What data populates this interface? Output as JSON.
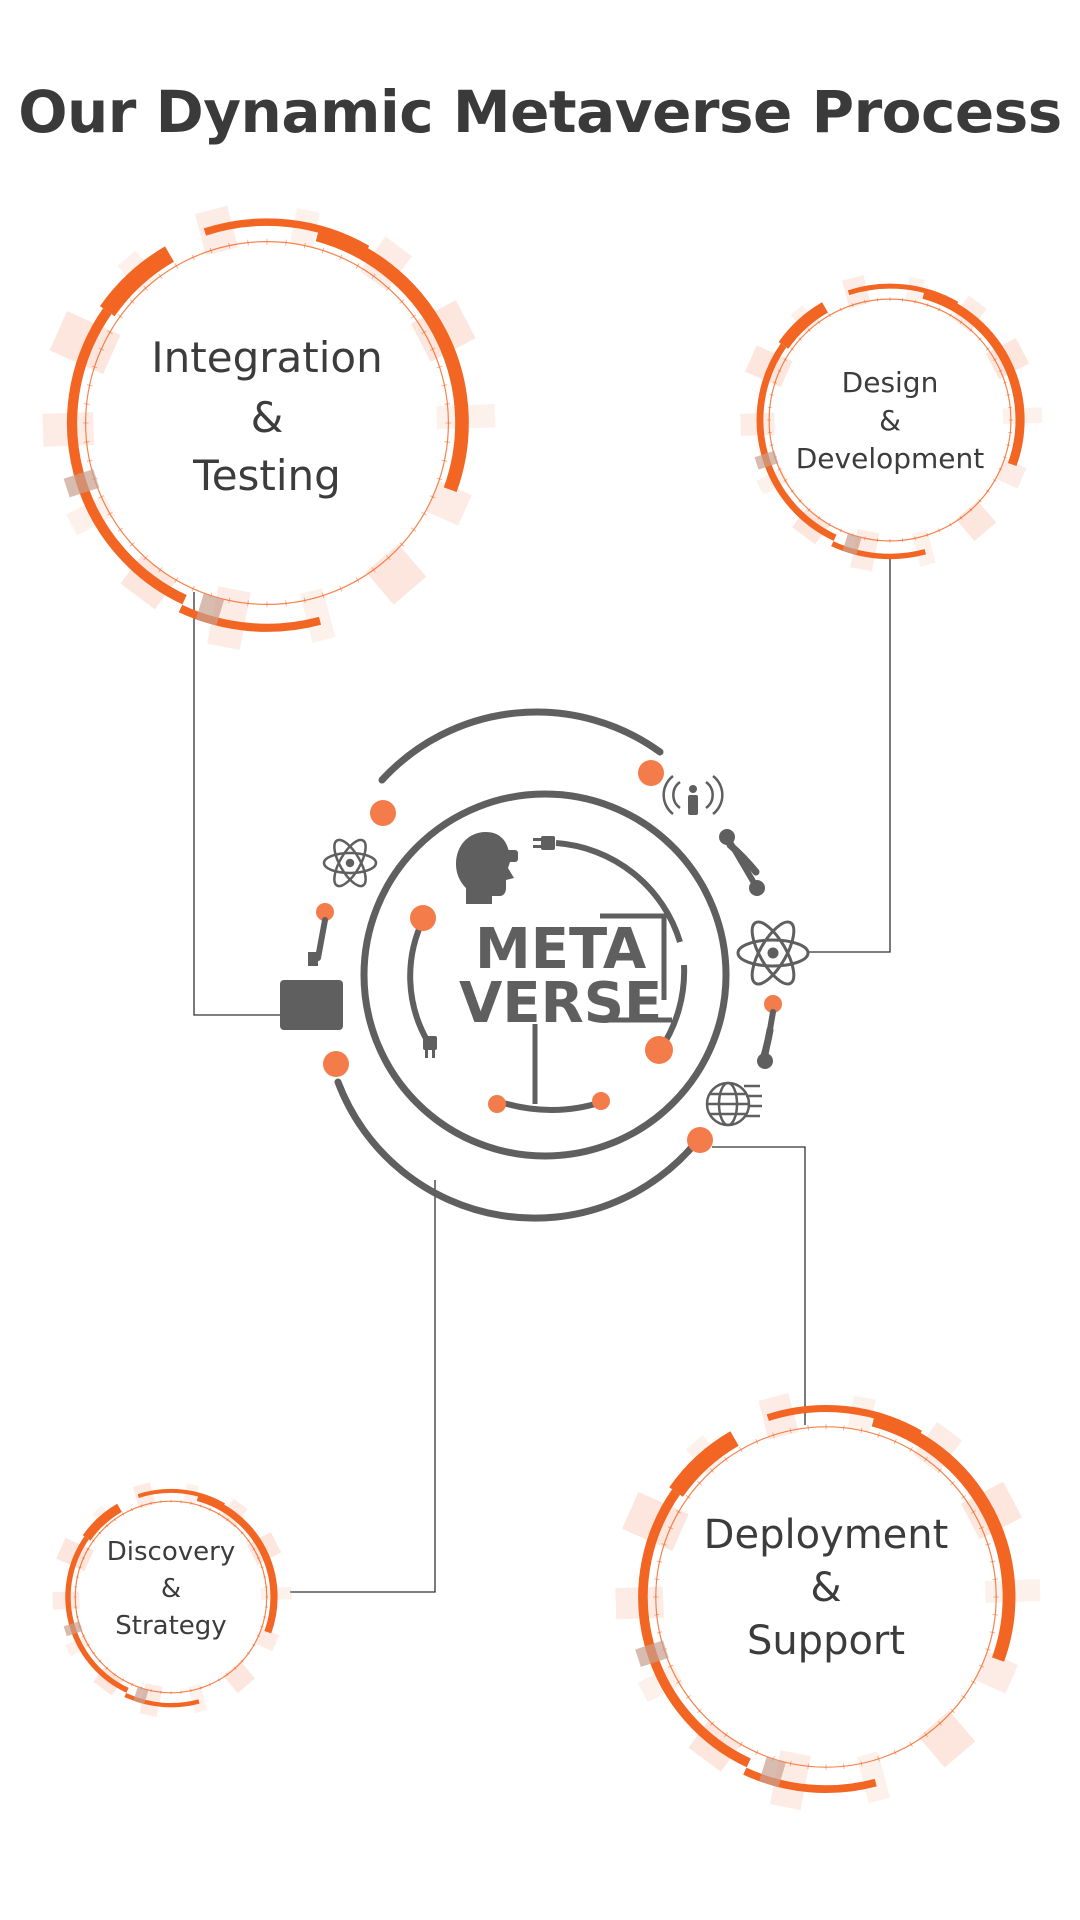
{
  "title": "Our Dynamic Metaverse Process",
  "center_logo": {
    "line1": "META",
    "line2": "VERSE"
  },
  "stages": [
    {
      "id": "integration",
      "lines": [
        "Integration",
        "&",
        "Testing"
      ]
    },
    {
      "id": "design",
      "lines": [
        "Design",
        "&",
        "Development"
      ]
    },
    {
      "id": "discovery",
      "lines": [
        "Discovery",
        "&",
        "Strategy"
      ]
    },
    {
      "id": "deployment",
      "lines": [
        "Deployment",
        "&",
        "Support"
      ]
    }
  ],
  "colors": {
    "accent": "#f26522",
    "accent_light": "#f8c8b4",
    "connector": "#333333",
    "hub": "#5f5f5f",
    "dot": "#f47c4a",
    "title": "#3a3a3a"
  },
  "icons": [
    "head-vr-icon",
    "plug-icon",
    "atom-icon",
    "person-signal-icon",
    "globe-document-icon",
    "device-box-icon"
  ]
}
